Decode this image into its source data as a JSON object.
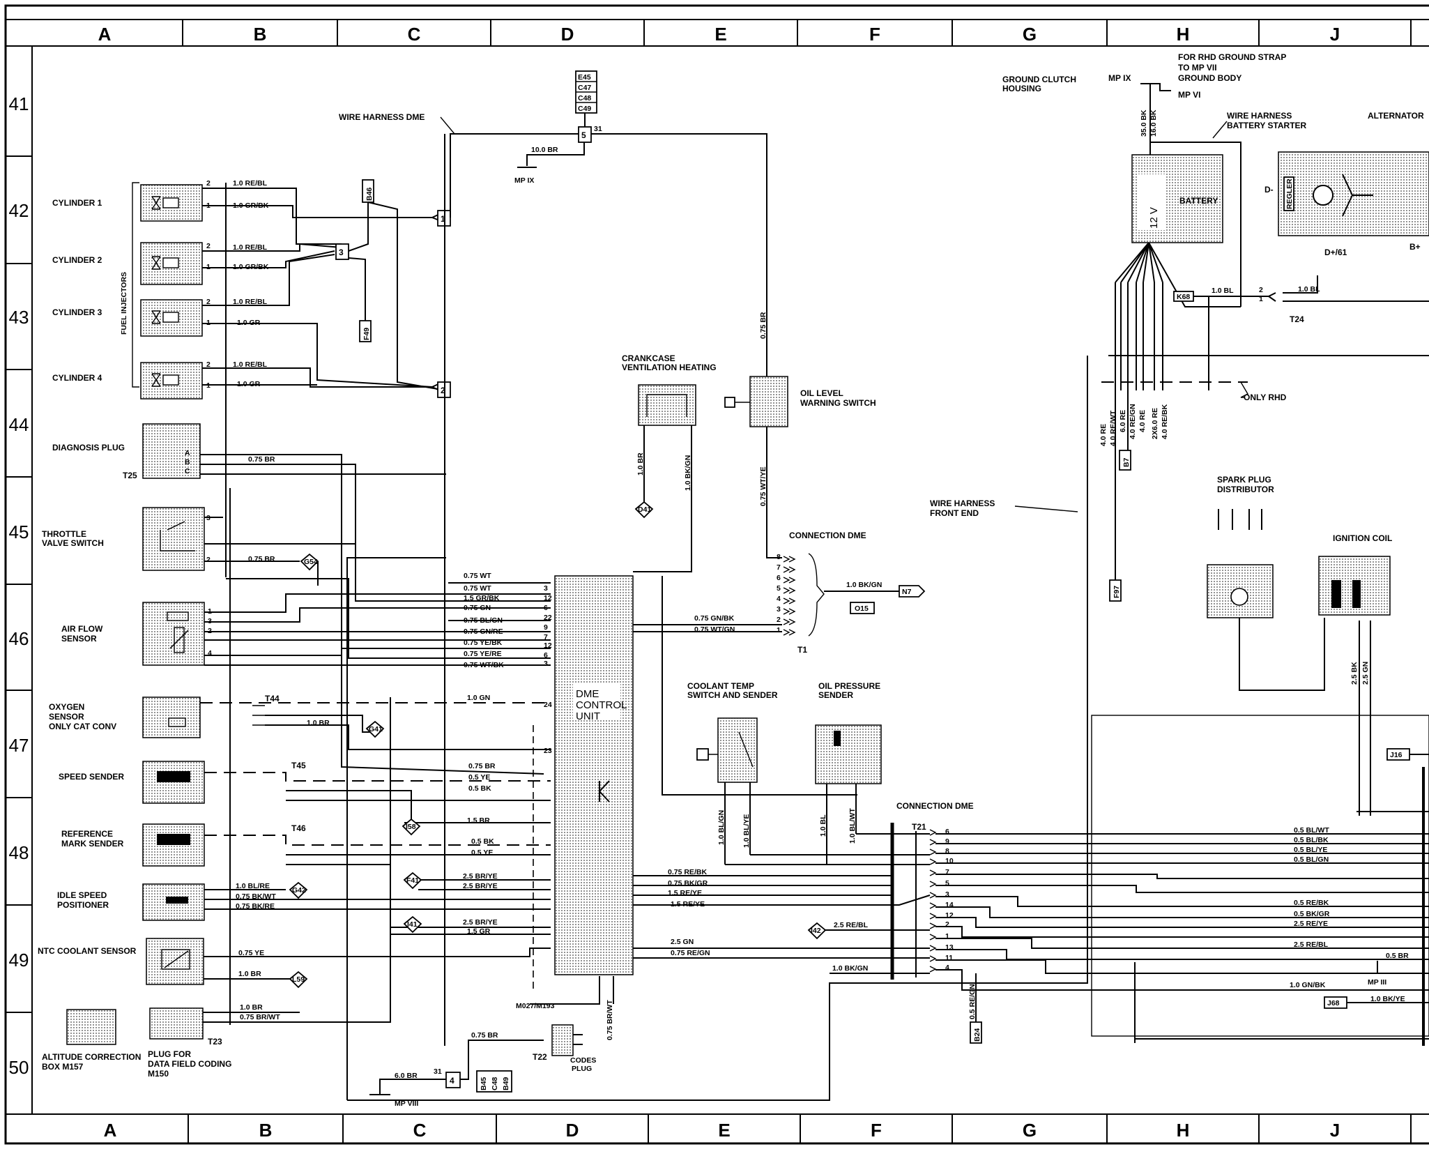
{
  "grid": {
    "columns": [
      "A",
      "B",
      "C",
      "D",
      "E",
      "F",
      "G",
      "H",
      "J"
    ],
    "rows": [
      "41",
      "42",
      "43",
      "44",
      "45",
      "46",
      "47",
      "48",
      "49",
      "50"
    ]
  },
  "components": {
    "cylinder1": "CYLINDER 1",
    "cylinder2": "CYLINDER 2",
    "cylinder3": "CYLINDER 3",
    "cylinder4": "CYLINDER 4",
    "fuel_injectors": "FUEL INJECTORS",
    "diagnosis_plug": "DIAGNOSIS PLUG",
    "throttle_1": "THROTTLE",
    "throttle_2": "VALVE SWITCH",
    "airflow_1": "AIR FLOW",
    "airflow_2": "SENSOR",
    "oxygen_1": "OXYGEN",
    "oxygen_2": "SENSOR",
    "oxygen_3": "ONLY CAT CONV",
    "speed_sender": "SPEED SENDER",
    "reference_1": "REFERENCE",
    "reference_2": "MARK SENDER",
    "idle_1": "IDLE SPEED",
    "idle_2": "POSITIONER",
    "ntc": "NTC COOLANT SENSOR",
    "altitude_1": "ALTITUDE CORRECTION",
    "altitude_2": "BOX M157",
    "plug_1": "PLUG FOR",
    "plug_2": "DATA FIELD CODING",
    "plug_3": "M150",
    "wire_harness_dme": "WIRE HARNESS DME",
    "crankcase_1": "CRANKCASE",
    "crankcase_2": "VENTILATION HEATING",
    "oil_level_1": "OIL LEVEL",
    "oil_level_2": "WARNING SWITCH",
    "connection_dme_t1": "CONNECTION DME",
    "connection_dme_t21": "CONNECTION DME",
    "dme_1": "DME",
    "dme_2": "CONTROL",
    "dme_3": "UNIT",
    "coolant_temp_1": "COOLANT TEMP",
    "coolant_temp_2": "SWITCH AND SENDER",
    "oil_pressure_1": "OIL PRESSURE",
    "oil_pressure_2": "SENDER",
    "codes_plug_1": "CODES",
    "codes_plug_2": "PLUG",
    "m027": "M027/M193",
    "ground_clutch_1": "GROUND CLUTCH",
    "ground_clutch_2": "HOUSING",
    "rhd_1": "FOR RHD GROUND STRAP",
    "rhd_2": "TO MP VII",
    "rhd_3": "GROUND BODY",
    "mp_vi": "MP VI",
    "wh_battery_1": "WIRE HARNESS",
    "wh_battery_2": "BATTERY STARTER",
    "battery": "BATTERY",
    "battery_v": "12 V",
    "alternator": "ALTERNATOR",
    "regler": "REGLER",
    "d_minus": "D-",
    "d_plus": "D+/61",
    "b_plus": "B+",
    "only_rhd": "ONLY RHD",
    "wh_front_1": "WIRE HARNESS",
    "wh_front_2": "FRONT END",
    "spark_1": "SPARK PLUG",
    "spark_2": "DISTRIBUTOR",
    "ignition_coil": "IGNITION COIL"
  },
  "connectors": {
    "t1": "T1",
    "t21": "T21",
    "t22": "T22",
    "t23": "T23",
    "t24": "T24",
    "t25": "T25",
    "t44": "T44",
    "t45": "T45",
    "t46": "T46",
    "mp_ix_top": "MP IX",
    "mp_ix_left": "MP IX",
    "mp_viii": "MP VIII",
    "mp_iii": "MP III"
  },
  "refs": {
    "e45": "E45",
    "c47": "C47",
    "c48": "C48",
    "c49": "C49",
    "b46": "B46",
    "f49": "F49",
    "b45": "B45",
    "c48b": "C48",
    "b49": "B49",
    "o15": "O15",
    "n7": "N7",
    "k68": "K68",
    "b7": "B7",
    "f97": "F97",
    "j16": "J16",
    "j68": "J68",
    "b24": "B24",
    "g54": "G54",
    "d41": "D41",
    "g41": "G41",
    "i58": "I58",
    "f41": "F41",
    "g42": "G42",
    "i41": "I41",
    "l59": "L59",
    "i42": "I42"
  },
  "wires": {
    "w_10br": "10.0 BR",
    "c1a": "1.0 RE/BL",
    "c1b": "1.0 GR/BK",
    "c2a": "1.0 RE/BL",
    "c2b": "1.0 GR/BK",
    "c3a": "1.0 RE/BL",
    "c3b": "1.0 GR",
    "c4a": "1.0 RE/BL",
    "c4b": "1.0 GR",
    "diag": "0.75 BR",
    "thr": "0.75 BR",
    "d1": "0.75 WT",
    "d2": "0.75 WT",
    "d3": "1.5 GR/BK",
    "d4": "0.75 GN",
    "d5": "0.75 BL/GN",
    "d6": "0.75 GN/RE",
    "d7": "0.75 YE/BK",
    "d8": "0.75 YE/RE",
    "d9": "0.75 WT/BK",
    "ox1": "1.0 GN",
    "ox2": "1.0 BR",
    "sp1": "0.75 BR",
    "sp2": "0.5 YE",
    "sp3": "0.5 BK",
    "rf1": "1.5 BR",
    "rf2": "0.5 BK",
    "rf3": "0.5 YE",
    "id1": "1.0 BL/RE",
    "id2": "0.75 BK/WT",
    "id3": "0.75 BK/RE",
    "id4": "2.5 BR/YE",
    "id5": "2.5 BR/YE",
    "ix1": "2.5 BR/YE",
    "ix2": "1.5 GR",
    "ntc": "0.75 YE",
    "ntc2": "1.0 BR",
    "pl1": "1.0 BR",
    "pl2": "0.75 BR/WT",
    "cd": "0.75 BR",
    "mp8": "6.0 BR",
    "brwt": "0.75 BR/WT",
    "ck1": "1.0 BR",
    "ck2": "1.0 BK/GN",
    "oil": "0.75 BR",
    "oilw": "0.75 WT/YE",
    "n7": "1.0 BK/GN",
    "t1a": "0.75 GN/BK",
    "t1b": "0.75 WT/GN",
    "r1": "0.75 RE/BK",
    "r2": "0.75 BK/GR",
    "r3": "1.5 RE/YE",
    "r4": "1.5 RE/YE",
    "r5": "2.5 GN",
    "r6": "0.75 RE/GN",
    "ct1": "1.0 BL/GN",
    "ct2": "1.0 BL/YE",
    "op1": "1.0 BL",
    "op2": "1.0 BL/WT",
    "i142": "2.5 RE/BL",
    "bkgn": "1.0 BK/GN",
    "regn": "0.5 RE/GN",
    "bat1": "35.0 BK",
    "bat2": "16.0 BK",
    "v1": "4.0 RE",
    "v2": "4.0 RE/WT",
    "v3": "6.0 RE",
    "v4": "4.0 RE/GN",
    "v5": "4.0 RE",
    "v6": "2X6.0 RE",
    "v7": "4.0 RE/BK",
    "k68w": "1.0 BL",
    "t24w": "1.0 BL",
    "ig1": "2.5 BK",
    "ig2": "2.5 GN",
    "rt1": "0.5 BL/WT",
    "rt2": "0.5 BL/BK",
    "rt3": "0.5 BL/YE",
    "rt4": "0.5 BL/GN",
    "rt5": "0.5 RE/BK",
    "rt6": "0.5 BK/GR",
    "rt7": "2.5 RE/YE",
    "rt8": "2.5 RE/BL",
    "rt9": "0.5 BR",
    "rt10": "1.0 GN/BK",
    "rt11": "1.0 BK/YE"
  },
  "pins": {
    "t21": [
      "6",
      "9",
      "8",
      "10",
      "7",
      "5",
      "3",
      "14",
      "12",
      "2",
      "1",
      "13",
      "11",
      "4"
    ],
    "t1": [
      "8",
      "7",
      "6",
      "5",
      "4",
      "3",
      "2",
      "1"
    ],
    "dme_left": [
      "3",
      "12",
      "6",
      "22",
      "9",
      "7",
      "12",
      "6",
      "3"
    ]
  }
}
